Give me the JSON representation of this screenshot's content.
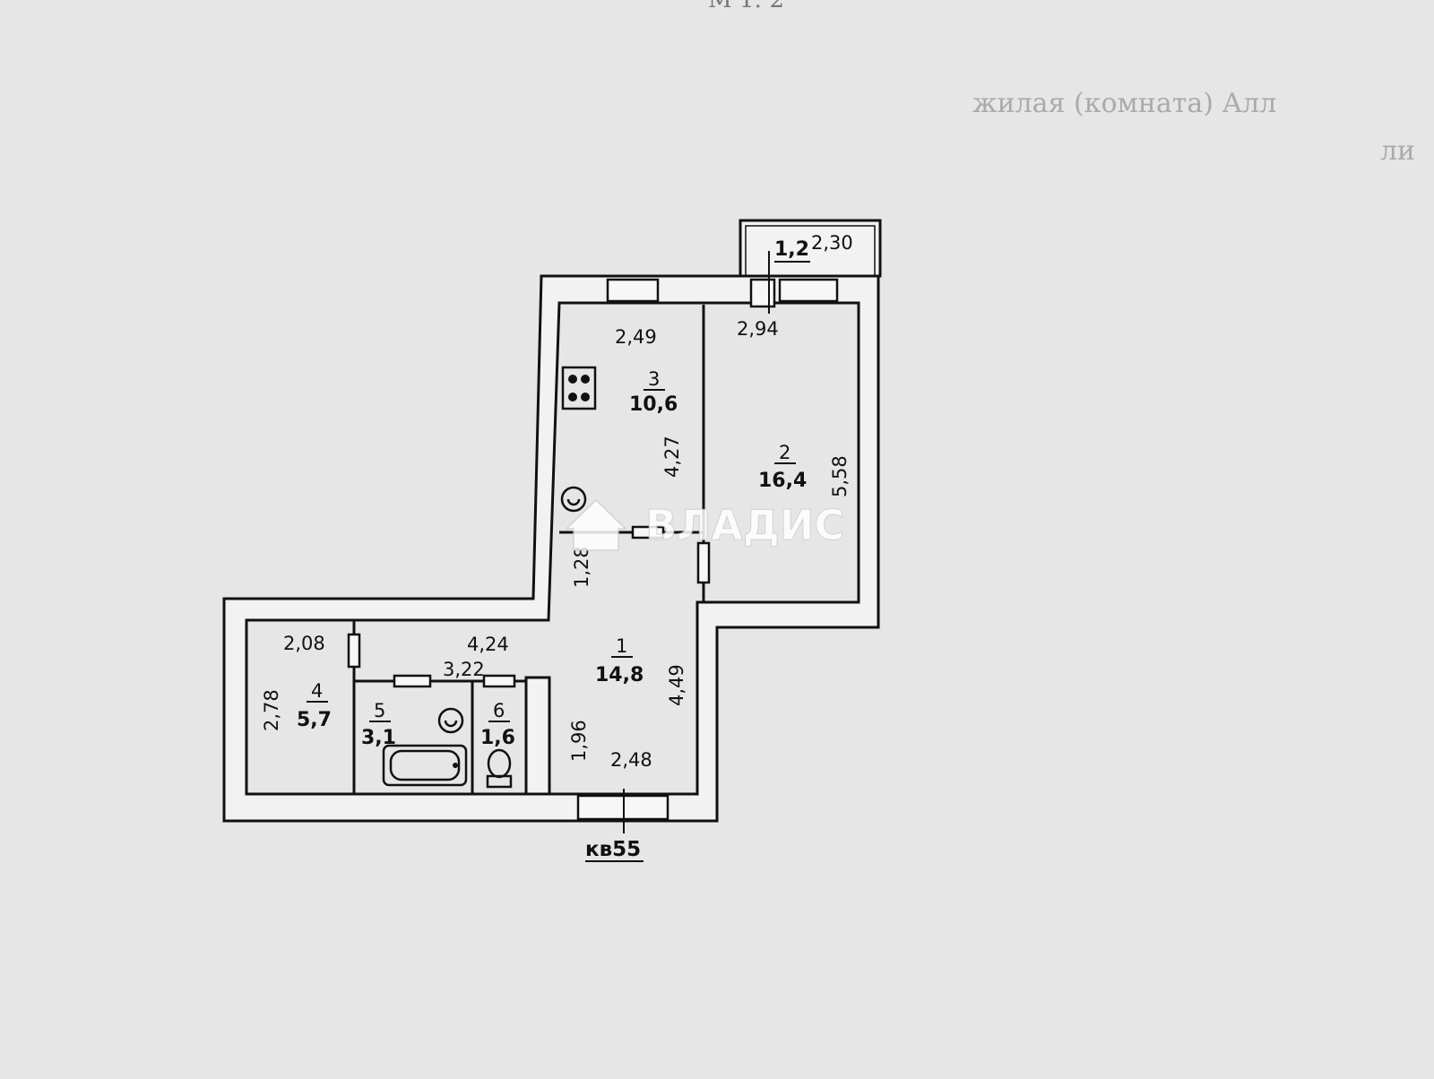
{
  "header_fragment": "М 1: 2",
  "bg_text": {
    "line1": "жилая (комната) Алл",
    "line2": "ли"
  },
  "watermark": "ВЛАДИС",
  "apartment_label": "кв55",
  "balcony": {
    "area": "1,2",
    "length": "2,30"
  },
  "rooms": [
    {
      "number": "1",
      "area": "14,8",
      "dims": {
        "a": "4,24",
        "b": "3,22",
        "c": "4,49",
        "d": "1,96",
        "e": "2,48",
        "f": "1,28"
      }
    },
    {
      "number": "2",
      "area": "16,4",
      "dims": {
        "width": "2,94",
        "length": "5,58"
      }
    },
    {
      "number": "3",
      "area": "10,6",
      "dims": {
        "width": "2,49",
        "length": "4,27"
      }
    },
    {
      "number": "4",
      "area": "5,7",
      "dims": {
        "width": "2,08",
        "length": "2,78"
      }
    },
    {
      "number": "5",
      "area": "3,1"
    },
    {
      "number": "6",
      "area": "1,6"
    }
  ],
  "icons": [
    "stove-icon",
    "boiler-icon",
    "bathtub-icon",
    "toilet-icon",
    "house-logo-icon"
  ]
}
